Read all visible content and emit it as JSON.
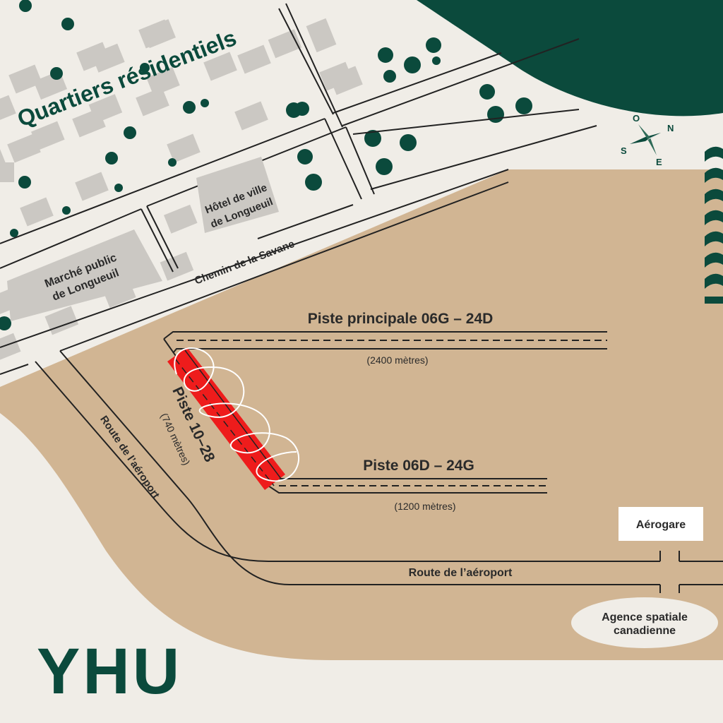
{
  "districts": {
    "residential": "Quartiers résidentiels"
  },
  "buildings": {
    "market_line1": "Marché public",
    "market_line2": "de Longueuil",
    "townhall_line1": "Hôtel de ville",
    "townhall_line2": "de Longueuil",
    "terminal": "Aérogare",
    "space_agency_line1": "Agence spatiale",
    "space_agency_line2": "canadienne"
  },
  "roads": {
    "chemin_savane": "Chemin de la Savane",
    "route_aeroport_diag": "Route de l’aéroport",
    "route_aeroport_horiz": "Route de l’aéroport"
  },
  "runways": {
    "main_name": "Piste principale 06G – 24D",
    "main_length": "(2400 mètres)",
    "secondary_name": "Piste 06D – 24G",
    "secondary_length": "(1200 mètres)",
    "closed_name": "Piste 10–28",
    "closed_length": "(740 mètres)"
  },
  "compass": {
    "n": "N",
    "s": "S",
    "e": "E",
    "o": "O"
  },
  "airport_code": "YHU",
  "colors": {
    "background": "#f0ede7",
    "airport_ground": "#d1b593",
    "forest": "#0b4a3c",
    "building": "#cbc8c3",
    "road_line": "#222222",
    "closed_runway": "#ee1c1c",
    "brand_green": "#0b4a3c"
  }
}
